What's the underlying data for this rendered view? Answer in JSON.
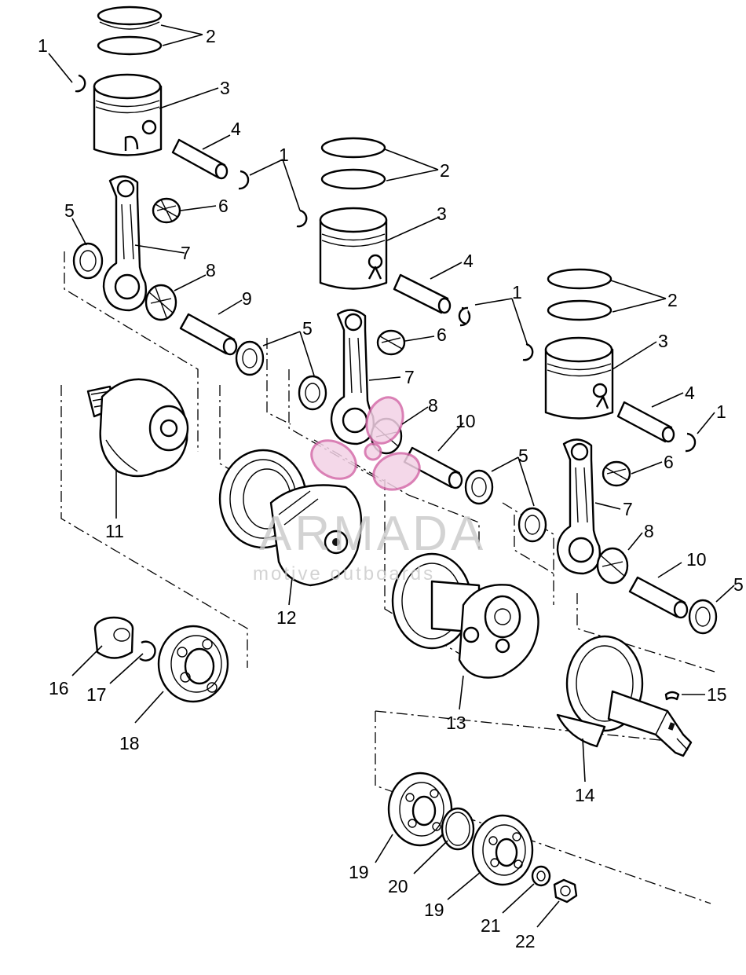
{
  "diagram": {
    "callouts": [
      {
        "id": "c1a",
        "text": "1"
      },
      {
        "id": "c2a",
        "text": "2"
      },
      {
        "id": "c3a",
        "text": "3"
      },
      {
        "id": "c4a",
        "text": "4"
      },
      {
        "id": "c5a",
        "text": "5"
      },
      {
        "id": "c6a",
        "text": "6"
      },
      {
        "id": "c7a",
        "text": "7"
      },
      {
        "id": "c8a",
        "text": "8"
      },
      {
        "id": "c9",
        "text": "9"
      },
      {
        "id": "c1b",
        "text": "1"
      },
      {
        "id": "c2b",
        "text": "2"
      },
      {
        "id": "c3b",
        "text": "3"
      },
      {
        "id": "c4b",
        "text": "4"
      },
      {
        "id": "c5b",
        "text": "5"
      },
      {
        "id": "c6b",
        "text": "6"
      },
      {
        "id": "c7b",
        "text": "7"
      },
      {
        "id": "c8b",
        "text": "8"
      },
      {
        "id": "c10a",
        "text": "10"
      },
      {
        "id": "c1c",
        "text": "1"
      },
      {
        "id": "c1d",
        "text": "1"
      },
      {
        "id": "c2c",
        "text": "2"
      },
      {
        "id": "c3c",
        "text": "3"
      },
      {
        "id": "c4c",
        "text": "4"
      },
      {
        "id": "c5c",
        "text": "5"
      },
      {
        "id": "c6c",
        "text": "6"
      },
      {
        "id": "c7c",
        "text": "7"
      },
      {
        "id": "c8c",
        "text": "8"
      },
      {
        "id": "c10b",
        "text": "10"
      },
      {
        "id": "c5d",
        "text": "5"
      },
      {
        "id": "c11",
        "text": "11"
      },
      {
        "id": "c12",
        "text": "12"
      },
      {
        "id": "c13",
        "text": "13"
      },
      {
        "id": "c14",
        "text": "14"
      },
      {
        "id": "c15",
        "text": "15"
      },
      {
        "id": "c16",
        "text": "16"
      },
      {
        "id": "c17",
        "text": "17"
      },
      {
        "id": "c18",
        "text": "18"
      },
      {
        "id": "c19a",
        "text": "19"
      },
      {
        "id": "c19b",
        "text": "19"
      },
      {
        "id": "c20",
        "text": "20"
      },
      {
        "id": "c21",
        "text": "21"
      },
      {
        "id": "c22",
        "text": "22"
      }
    ]
  },
  "watermark": {
    "brand": "ARMADA",
    "tagline": "motive outboards",
    "color": "#c9c9c9",
    "logo_color": "#d46aa9"
  }
}
